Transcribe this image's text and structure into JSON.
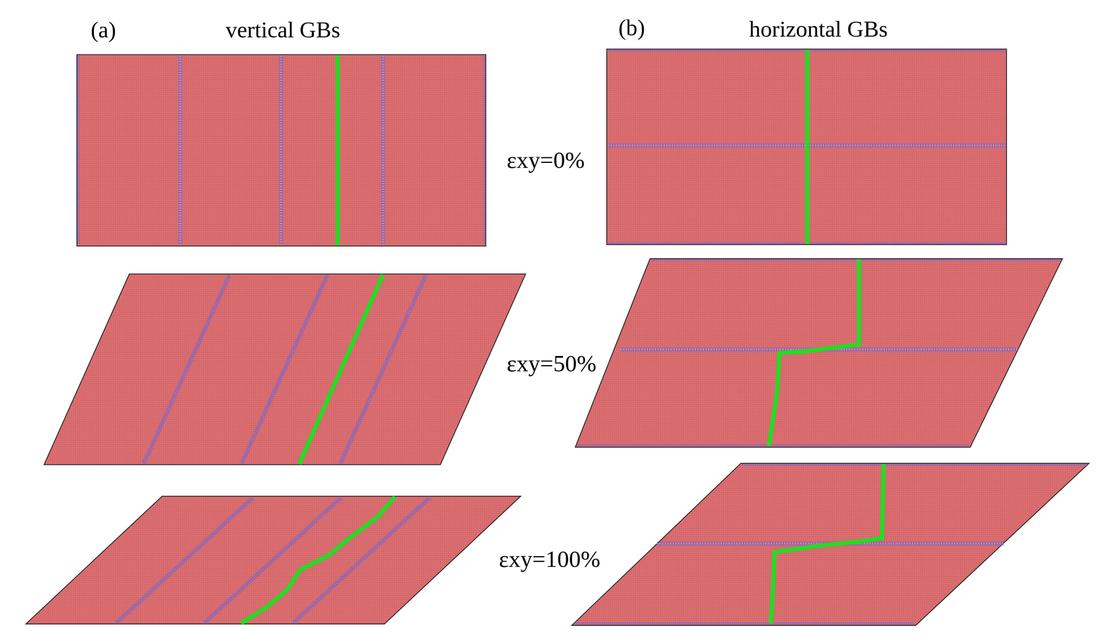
{
  "diagram": {
    "labels": [
      "(a)",
      "vertical GBs",
      "(b)",
      "horizontal GBs",
      "εxy=0%",
      "εxy=50%",
      "εxy=100%"
    ]
  }
}
